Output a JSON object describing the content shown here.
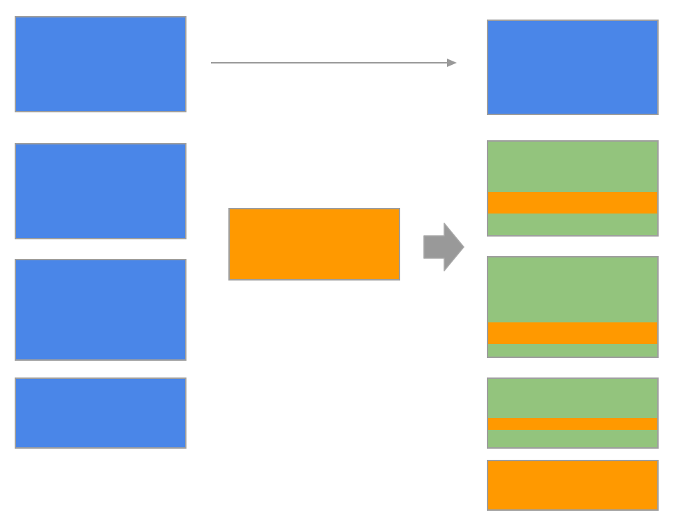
{
  "colors": {
    "blue": "#4a86e8",
    "orange": "#ff9900",
    "green": "#93c47d",
    "border": "#9e9e9e",
    "arrow": "#999999",
    "background": "#ffffff"
  },
  "diagram": {
    "left_column": [
      {
        "name": "source-block-1",
        "fill": "blue"
      },
      {
        "name": "source-block-2",
        "fill": "blue"
      },
      {
        "name": "source-block-3",
        "fill": "blue"
      },
      {
        "name": "source-block-4",
        "fill": "blue"
      }
    ],
    "middle": {
      "name": "insert-block",
      "fill": "orange"
    },
    "right_column": [
      {
        "name": "result-block-1",
        "fill": "blue"
      },
      {
        "name": "result-block-2",
        "fill": "green",
        "with_orange_band": true
      },
      {
        "name": "result-block-3",
        "fill": "green",
        "with_orange_band": true
      },
      {
        "name": "result-block-4",
        "fill": "green",
        "with_orange_band": true
      },
      {
        "name": "result-block-5",
        "fill": "orange"
      }
    ],
    "connectors": [
      {
        "name": "thin-arrow",
        "icon": "right-arrow-icon"
      },
      {
        "name": "block-arrow",
        "icon": "block-right-arrow-icon"
      }
    ]
  }
}
